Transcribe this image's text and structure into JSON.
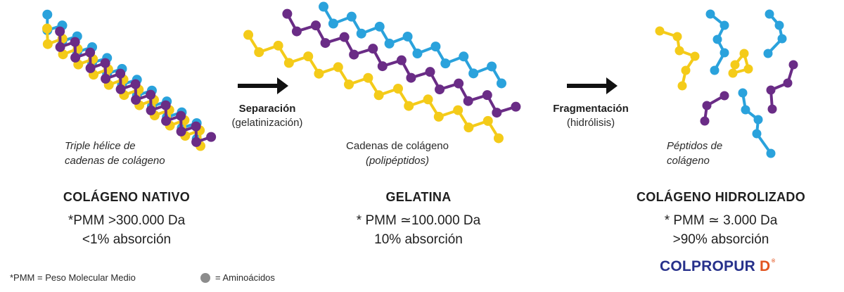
{
  "colors": {
    "chain_blue": "#2aa2dc",
    "chain_purple": "#6a2c86",
    "chain_yellow": "#f4cb19",
    "amino_legend": "#8c8c8c",
    "arrow": "#111111",
    "brand_blue": "#27318b",
    "brand_orange": "#e2541f"
  },
  "native": {
    "caption_line1": "Triple hélice de",
    "caption_line2": "cadenas de colágeno",
    "title": "COLÁGENO NATIVO",
    "pmm": "*PMM >300.000 Da",
    "absorption": "<1% absorción"
  },
  "step1": {
    "title": "Separación",
    "subtitle": "(gelatinización)",
    "icon": "right-arrow"
  },
  "gelatin": {
    "caption_line1": "Cadenas de colágeno",
    "caption_line2": "(polipéptidos)",
    "title": "GELATINA",
    "pmm": "* PMM ≃100.000 Da",
    "absorption": "10% absorción"
  },
  "step2": {
    "title": "Fragmentación",
    "subtitle": "(hidrólisis)",
    "icon": "right-arrow"
  },
  "hydrolyzed": {
    "caption_line1": "Péptidos de",
    "caption_line2": "colágeno",
    "title": "COLÁGENO HIDROLIZADO",
    "pmm": "* PMM ≃ 3.000 Da",
    "absorption": ">90% absorción"
  },
  "footer": {
    "pmm_note": "*PMM = Peso Molecular Medio",
    "amino_note": "= Aminoácidos",
    "amino_icon": "gray-circle"
  },
  "brand": {
    "name": "COLPROPUR",
    "letter": "D",
    "registered": "®"
  }
}
